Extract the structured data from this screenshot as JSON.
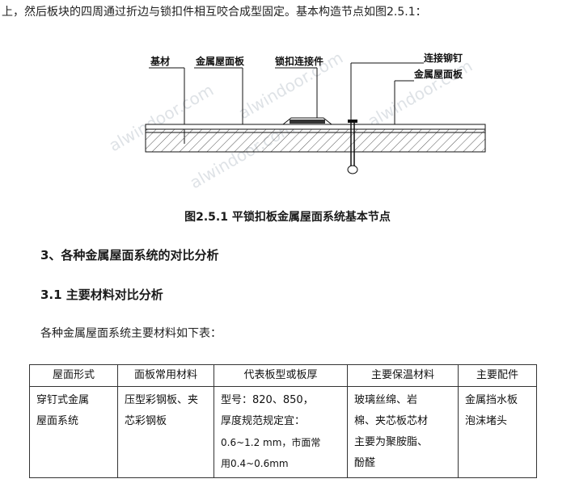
{
  "intro_text": "上，然后板块的四周通过折边与锁扣件相互咬合成型固定。基本构造节点如图2.5.1：",
  "figure": {
    "labels": {
      "base": "基材",
      "metal_roof_panel_left": "金属屋面板",
      "lock_connector": "锁扣连接件",
      "connecting_rivet": "连接铆钉",
      "metal_roof_panel_right": "金属屋面板"
    },
    "watermark": "alwindoor.com",
    "caption": "图2.5.1 平锁扣板金属屋面系统基本节点"
  },
  "section_heading": "3、各种金属屋面系统的对比分析",
  "subsection_heading": "3.1 主要材料对比分析",
  "lead_text": "各种金属屋面系统主要材料如下表：",
  "table": {
    "headers": [
      "屋面形式",
      "面板常用材料",
      "代表板型或板厚",
      "主要保温材料",
      "主要配件"
    ],
    "row": {
      "form": [
        "穿钉式金属",
        "屋面系统"
      ],
      "material": [
        "压型彩钢板、夹",
        "芯彩钢板"
      ],
      "thickness": [
        "型号：820、850，",
        "厚度规范规定宜：",
        "0.6~1.2 mm，市面常",
        "用0.4~0.6mm"
      ],
      "insulation": [
        "玻璃丝绵、岩",
        "棉、夹芯板芯材",
        "主要为聚胺脂、",
        "酚醛"
      ],
      "accessory": [
        "金属挡水板",
        "泡沫堵头"
      ]
    }
  }
}
